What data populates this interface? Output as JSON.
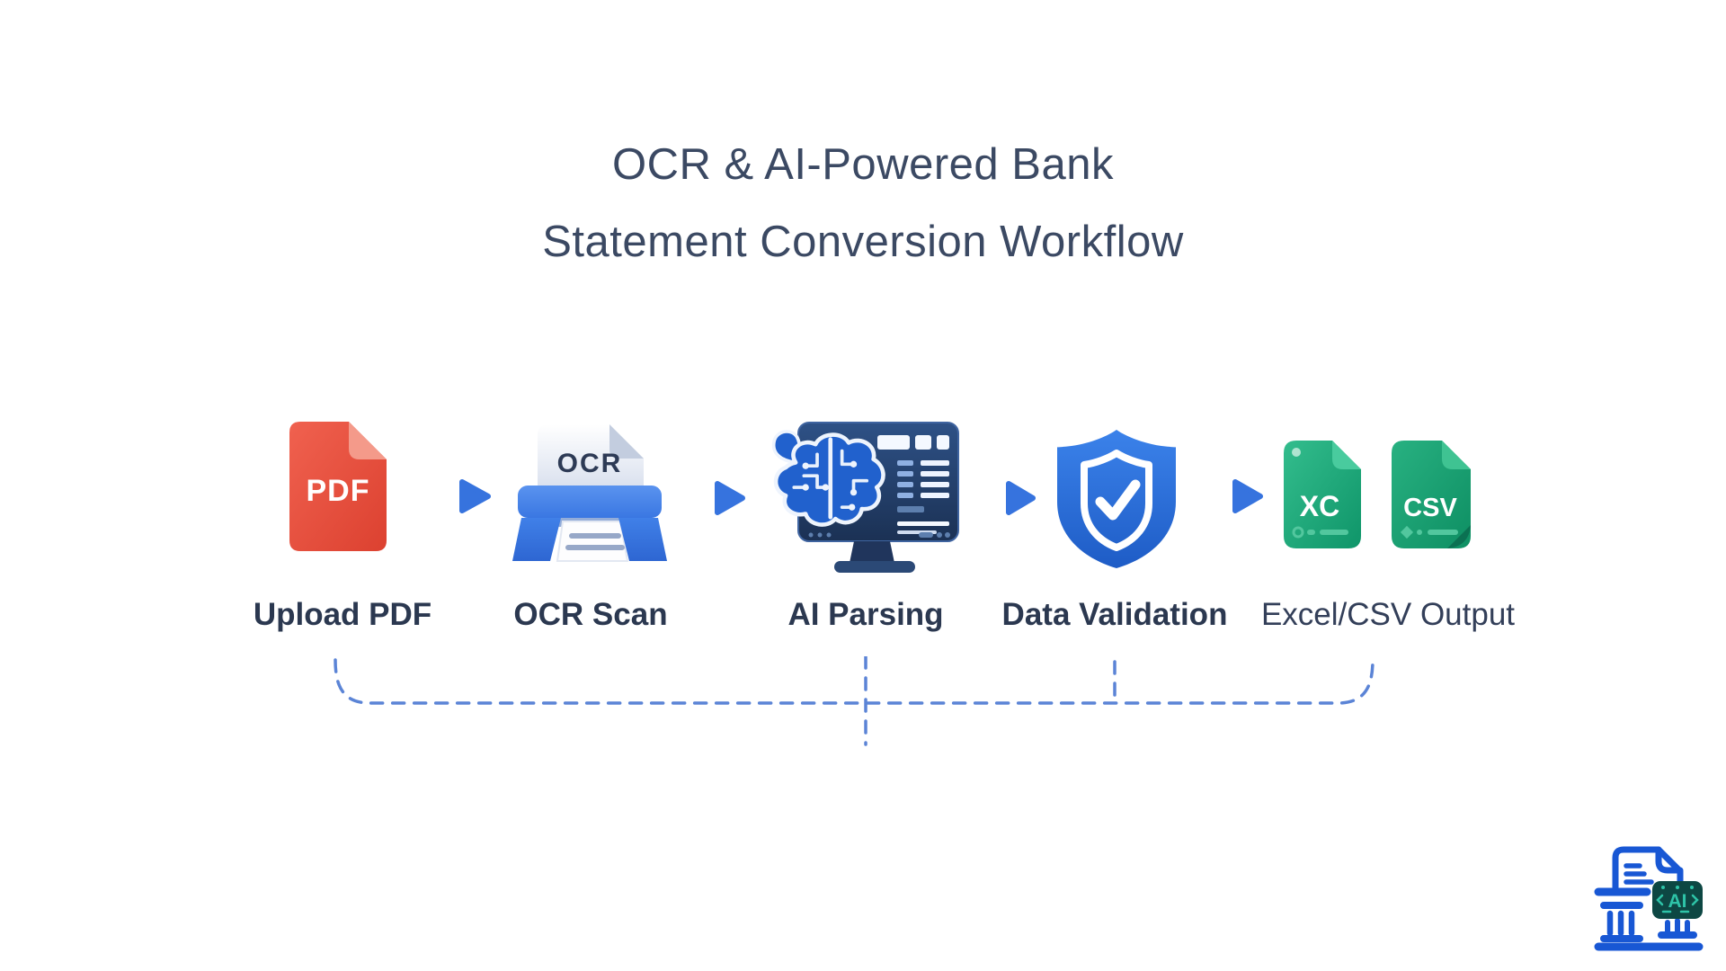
{
  "title": {
    "line1": "OCR & AI-Powered Bank",
    "line2": "Statement Conversion Workflow"
  },
  "workflow": {
    "steps": [
      {
        "label": "Upload PDF",
        "icon": "pdf-file-icon",
        "file_badge": "PDF"
      },
      {
        "label": "OCR Scan",
        "icon": "ocr-scanner-icon",
        "file_badge": "OCR"
      },
      {
        "label": "AI Parsing",
        "icon": "ai-brain-monitor-icon"
      },
      {
        "label": "Data Validation",
        "icon": "shield-check-icon"
      },
      {
        "label": "Excel/CSV Output",
        "icon": "spreadsheet-files-icon",
        "file_badges": [
          "XC",
          "CSV"
        ]
      }
    ]
  },
  "logo": {
    "chip_text": "AI"
  },
  "colors": {
    "background": "#ffffff",
    "title_text": "#3b4963",
    "label_text": "#2b3850",
    "arrow_blue": "#3673de",
    "pdf_red": "#e64a39",
    "printer_blue": "#4080e8",
    "monitor_navy": "#233f6b",
    "brain_blue": "#2161cd",
    "shield_blue": "#2467d3",
    "file_green": "#17a477",
    "dashed_connector_blue": "#5b84d6",
    "logo_blue": "#1857d4",
    "ai_chip_background": "#0d4743",
    "ai_chip_text": "#2ec4a8"
  }
}
